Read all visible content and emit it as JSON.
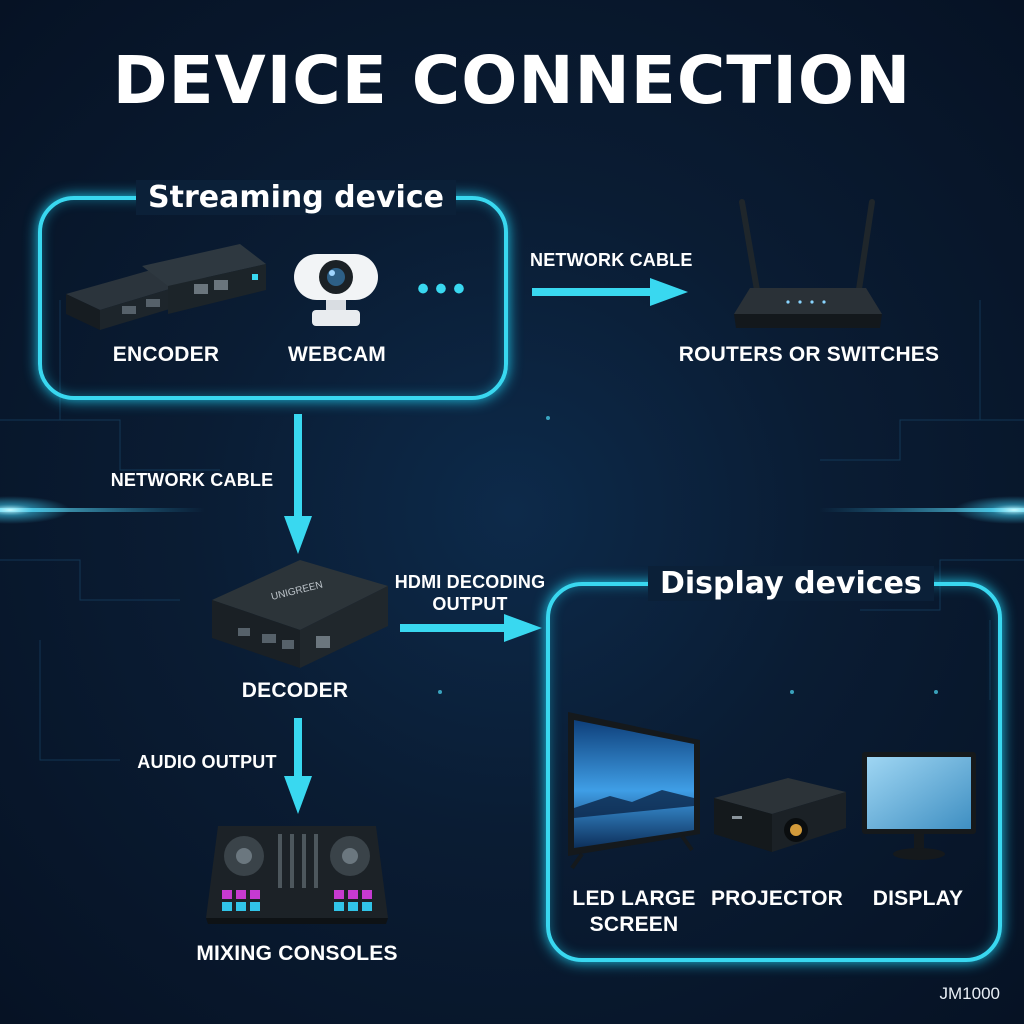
{
  "title": "DEVICE CONNECTION",
  "streaming": {
    "title": "Streaming device",
    "encoder": "ENCODER",
    "webcam": "WEBCAM",
    "more": "•••"
  },
  "routers": {
    "label": "ROUTERS OR SWITCHES"
  },
  "edges": {
    "network_cable_right": "NETWORK CABLE",
    "network_cable_down": "NETWORK CABLE",
    "hdmi_output_line1": "HDMI DECODING",
    "hdmi_output_line2": "OUTPUT",
    "audio_output": "AUDIO OUTPUT"
  },
  "decoder": {
    "label": "DECODER",
    "brand": "UNIGREEN"
  },
  "mixing": {
    "label": "MIXING CONSOLES"
  },
  "display": {
    "title": "Display devices",
    "led_line1": "LED LARGE",
    "led_line2": "SCREEN",
    "projector": "PROJECTOR",
    "monitor": "DISPLAY"
  },
  "watermark": "JM1000",
  "colors": {
    "accent": "#39d8f0",
    "background": "#0a1c33",
    "device": "#1c2329"
  }
}
